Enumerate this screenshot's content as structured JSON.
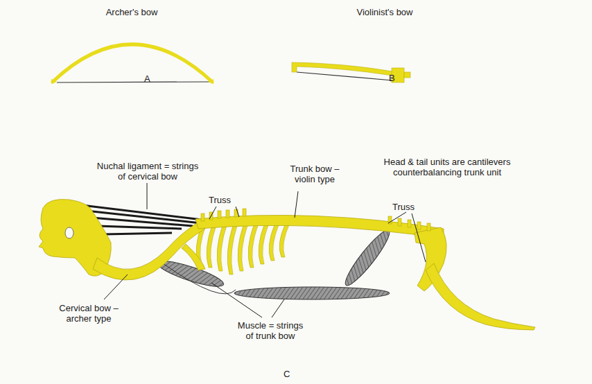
{
  "diagram": {
    "labels": [
      "Archer's bow",
      "A",
      "Violinist's bow",
      "B",
      "Nuchal ligament = strings of cervical bow",
      "Truss",
      "Trunk bow – violin type",
      "Head & tail units are cantilevers counterbalancing trunk unit",
      "Truss",
      "Cervical bow – archer type",
      "Muscle = strings of trunk bow",
      "C"
    ]
  }
}
